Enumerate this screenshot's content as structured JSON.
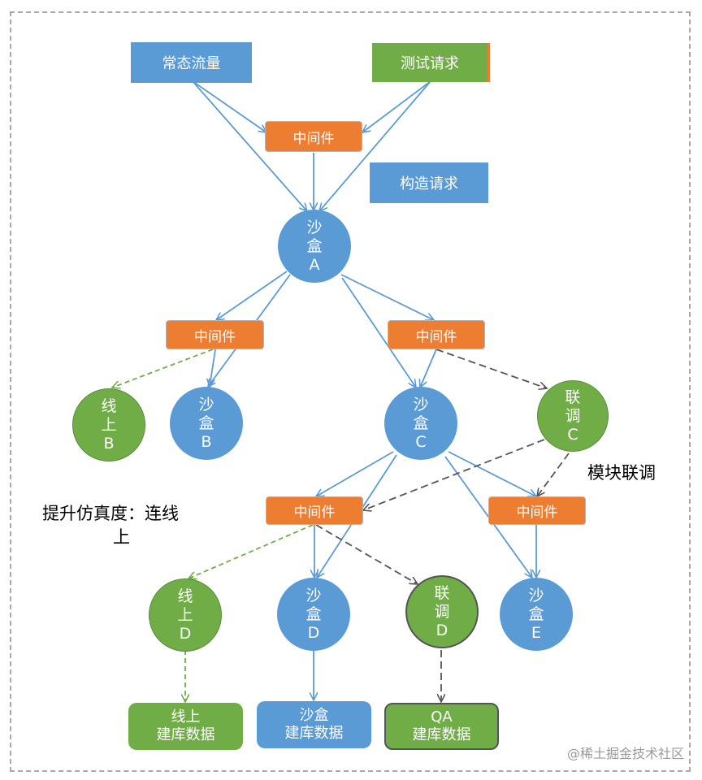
{
  "diagram": {
    "sources": {
      "normal_traffic": "常态流量",
      "test_request": "测试请求",
      "construct_request": "构造请求"
    },
    "middleware_label": "中间件",
    "nodes": {
      "sandbox_a": [
        "沙",
        "盒",
        "A"
      ],
      "online_b": [
        "线",
        "上",
        "B"
      ],
      "sandbox_b": [
        "沙",
        "盒",
        "B"
      ],
      "sandbox_c": [
        "沙",
        "盒",
        "C"
      ],
      "joint_c": [
        "联",
        "调",
        "C"
      ],
      "online_d": [
        "线",
        "上",
        "D"
      ],
      "sandbox_d": [
        "沙",
        "盒",
        "D"
      ],
      "joint_d": [
        "联",
        "调",
        "D"
      ],
      "sandbox_e": [
        "沙",
        "盒",
        "E"
      ]
    },
    "data_stores": {
      "online": [
        "线上",
        "建库数据"
      ],
      "sandbox": [
        "沙盒",
        "建库数据"
      ],
      "qa": [
        "QA",
        "建库数据"
      ]
    },
    "annotations": {
      "module_joint": "模块联调",
      "fidelity_line1": "提升仿真度：连线",
      "fidelity_line2": "上"
    },
    "watermark": "@稀土掘金技术社区",
    "colors": {
      "blue": "#5b9bd5",
      "green": "#70ad47",
      "orange": "#ed7d31",
      "edge_solid": "#5b9bd5",
      "edge_green_dashed": "#70ad47",
      "edge_gray_dashed": "#555555"
    }
  }
}
